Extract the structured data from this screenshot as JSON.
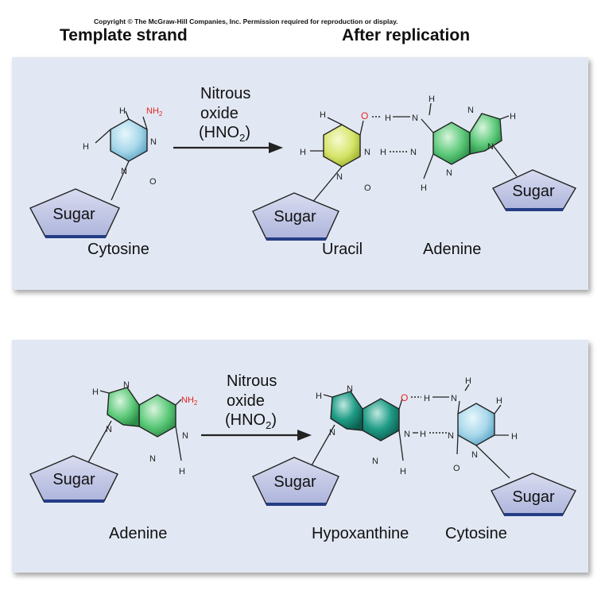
{
  "copyright": "Copyright © The McGraw-Hill Companies, Inc. Permission required for reproduction or display.",
  "headers": {
    "left": "Template strand",
    "right": "After replication"
  },
  "atoms": {
    "H": "H",
    "N": "N",
    "O": "O",
    "NH": "NH",
    "sub2": "2"
  },
  "sugar_label": "Sugar",
  "panel1": {
    "reagent": {
      "line1": "Nitrous",
      "line2": "oxide",
      "line3_prefix": "(HNO",
      "line3_sub": "2",
      "line3_suffix": ")"
    },
    "template_base": "Cytosine",
    "product_base": "Uracil",
    "partner_base": "Adenine"
  },
  "panel2": {
    "reagent": {
      "line1": "Nitrous",
      "line2": "oxide",
      "line3_prefix": "(HNO",
      "line3_sub": "2",
      "line3_suffix": ")"
    },
    "template_base": "Adenine",
    "product_base": "Hypoxanthine",
    "partner_base": "Cytosine"
  },
  "colors": {
    "panel": "#e2e8f3",
    "amino_red": "#e8221d",
    "cytosine": "#a6d7ea",
    "uracil": "#d6e56a",
    "adenine": "#5cc979",
    "hypoxanthine": "#1f9c86",
    "sugar_fill": "#c6cbe6",
    "sugar_base": "#243d86"
  }
}
